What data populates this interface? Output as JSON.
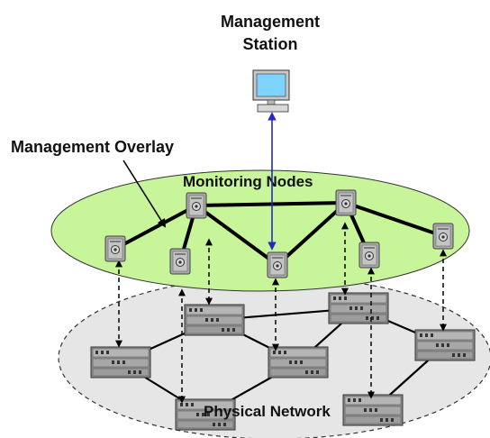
{
  "labels": {
    "station_line1": "Management",
    "station_line2": "Station",
    "overlay": "Management Overlay",
    "monitoring": "Monitoring Nodes",
    "physical": "Physical Network"
  },
  "colors": {
    "overlay_fill": "#c8f59a",
    "physical_fill": "#e6e6e6",
    "station_link": "#2727c8",
    "monitor_box": "#a9a9a9",
    "router_box": "#8f8f8f"
  },
  "icons": {
    "station": "computer-monitor-icon",
    "monitor": "server-node-icon",
    "router": "network-router-icon"
  }
}
